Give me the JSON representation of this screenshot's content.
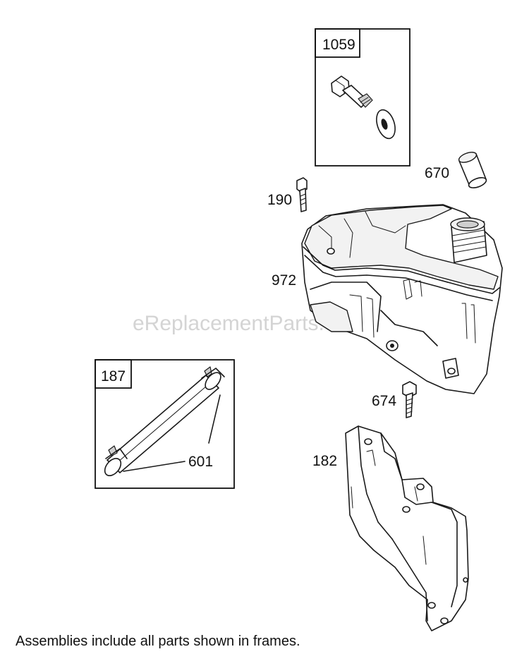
{
  "watermark": "eReplacementParts.com",
  "caption": "Assemblies include all parts shown in frames.",
  "frames": [
    {
      "id": "frame-1059",
      "number": "1059"
    },
    {
      "id": "frame-187",
      "number": "187"
    }
  ],
  "callouts": {
    "p670": "670",
    "p190": "190",
    "p972": "972",
    "p674": "674",
    "p182": "182",
    "p601": "601"
  }
}
